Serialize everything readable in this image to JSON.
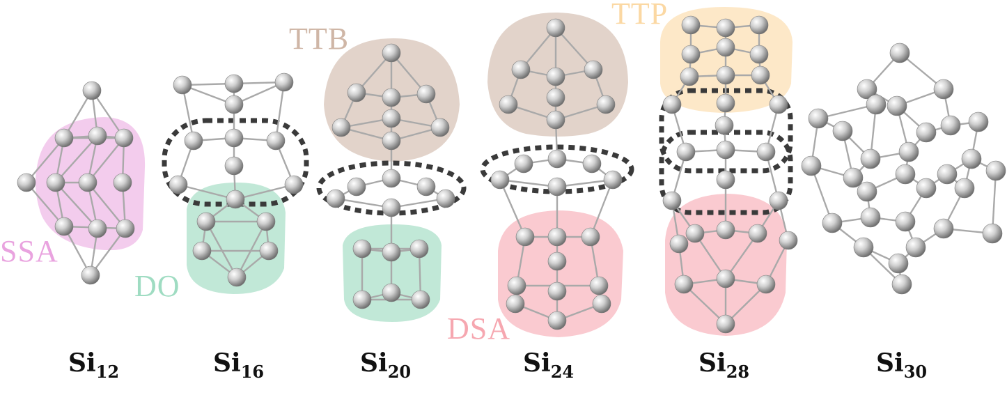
{
  "colors": {
    "ssa": "#e9a3df",
    "do": "#9fdcc2",
    "ttb": "#cfb6a6",
    "ttp": "#fbd8a3",
    "dsa": "#f6a7b0",
    "ring": "#3a3a3a",
    "bond": "#a9a9a9",
    "atom": "#c8c8c8"
  },
  "motif_labels": {
    "ssa": "SSA",
    "do": "DO",
    "ttb": "TTB",
    "ttp": "TTP",
    "dsa": "DSA"
  },
  "clusters": [
    {
      "element": "Si",
      "count": "12"
    },
    {
      "element": "Si",
      "count": "16"
    },
    {
      "element": "Si",
      "count": "20"
    },
    {
      "element": "Si",
      "count": "24"
    },
    {
      "element": "Si",
      "count": "28"
    },
    {
      "element": "Si",
      "count": "30"
    }
  ]
}
